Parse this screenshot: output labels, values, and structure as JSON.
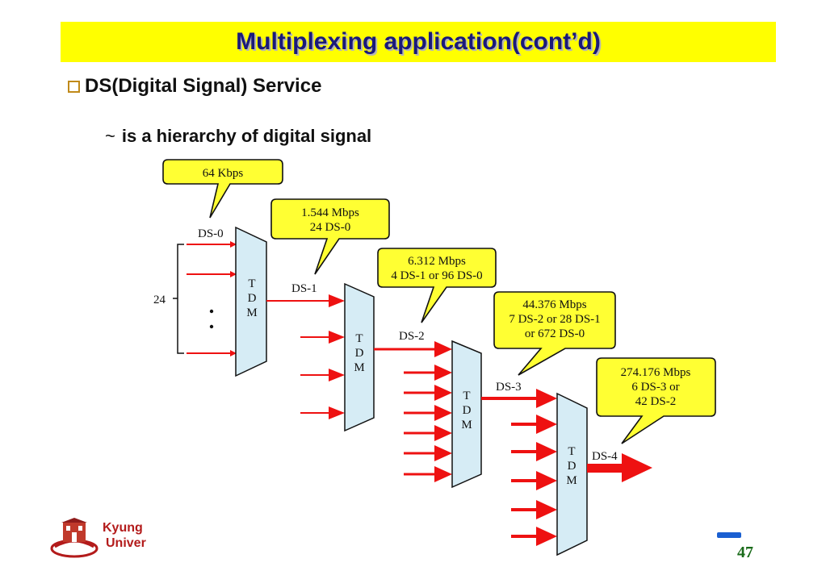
{
  "title": "Multiplexing application(cont’d)",
  "bullet": "DS(Digital Signal)  Service",
  "sub_bullet": {
    "marker": "~",
    "text": "is a hierarchy of digital signal"
  },
  "diagram": {
    "mux_label": [
      "T",
      "D",
      "M"
    ],
    "brace_label": "24",
    "signals": [
      "DS-0",
      "DS-1",
      "DS-2",
      "DS-3",
      "DS-4"
    ],
    "callouts": [
      [
        "64 Kbps"
      ],
      [
        "1.544 Mbps",
        "24 DS-0"
      ],
      [
        "6.312 Mbps",
        "4 DS-1 or 96 DS-0"
      ],
      [
        "44.376 Mbps",
        "7 DS-2 or 28 DS-1",
        "or 672 DS-0"
      ],
      [
        "274.176 Mbps",
        "6 DS-3 or",
        "42 DS-2"
      ]
    ]
  },
  "footer": {
    "logo_line1": "Kyung",
    "logo_line2": "Univer",
    "page_number": "47"
  },
  "colors": {
    "title_bg": "#ffff00",
    "title_text": "#1a1a7a",
    "callout_fill": "#ffff33",
    "arrow": "#ee1111",
    "mux_fill": "#d6ecf5"
  }
}
